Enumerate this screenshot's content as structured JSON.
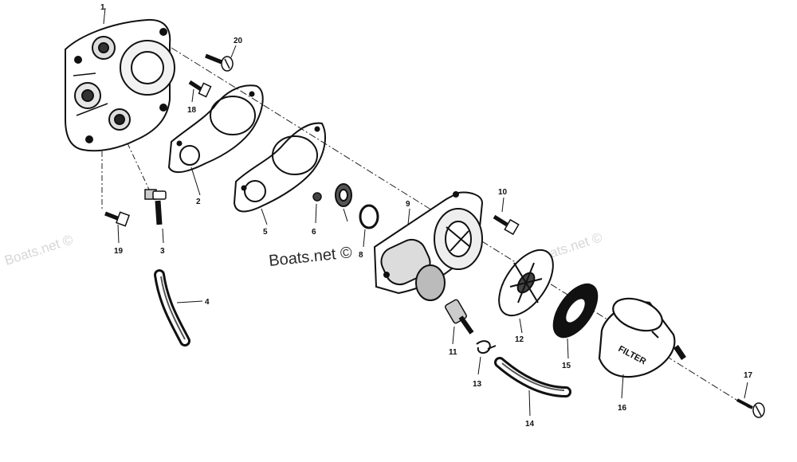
{
  "diagram": {
    "watermarks": {
      "main": "Boats.net ©",
      "left": "Boats.net ©",
      "right": "Boats.net ©"
    },
    "callouts": [
      "1",
      "2",
      "3",
      "4",
      "5",
      "6",
      "8",
      "9",
      "10",
      "11",
      "12",
      "13",
      "14",
      "15",
      "16",
      "17",
      "18",
      "19",
      "20"
    ],
    "filter_label": "FILTER"
  }
}
